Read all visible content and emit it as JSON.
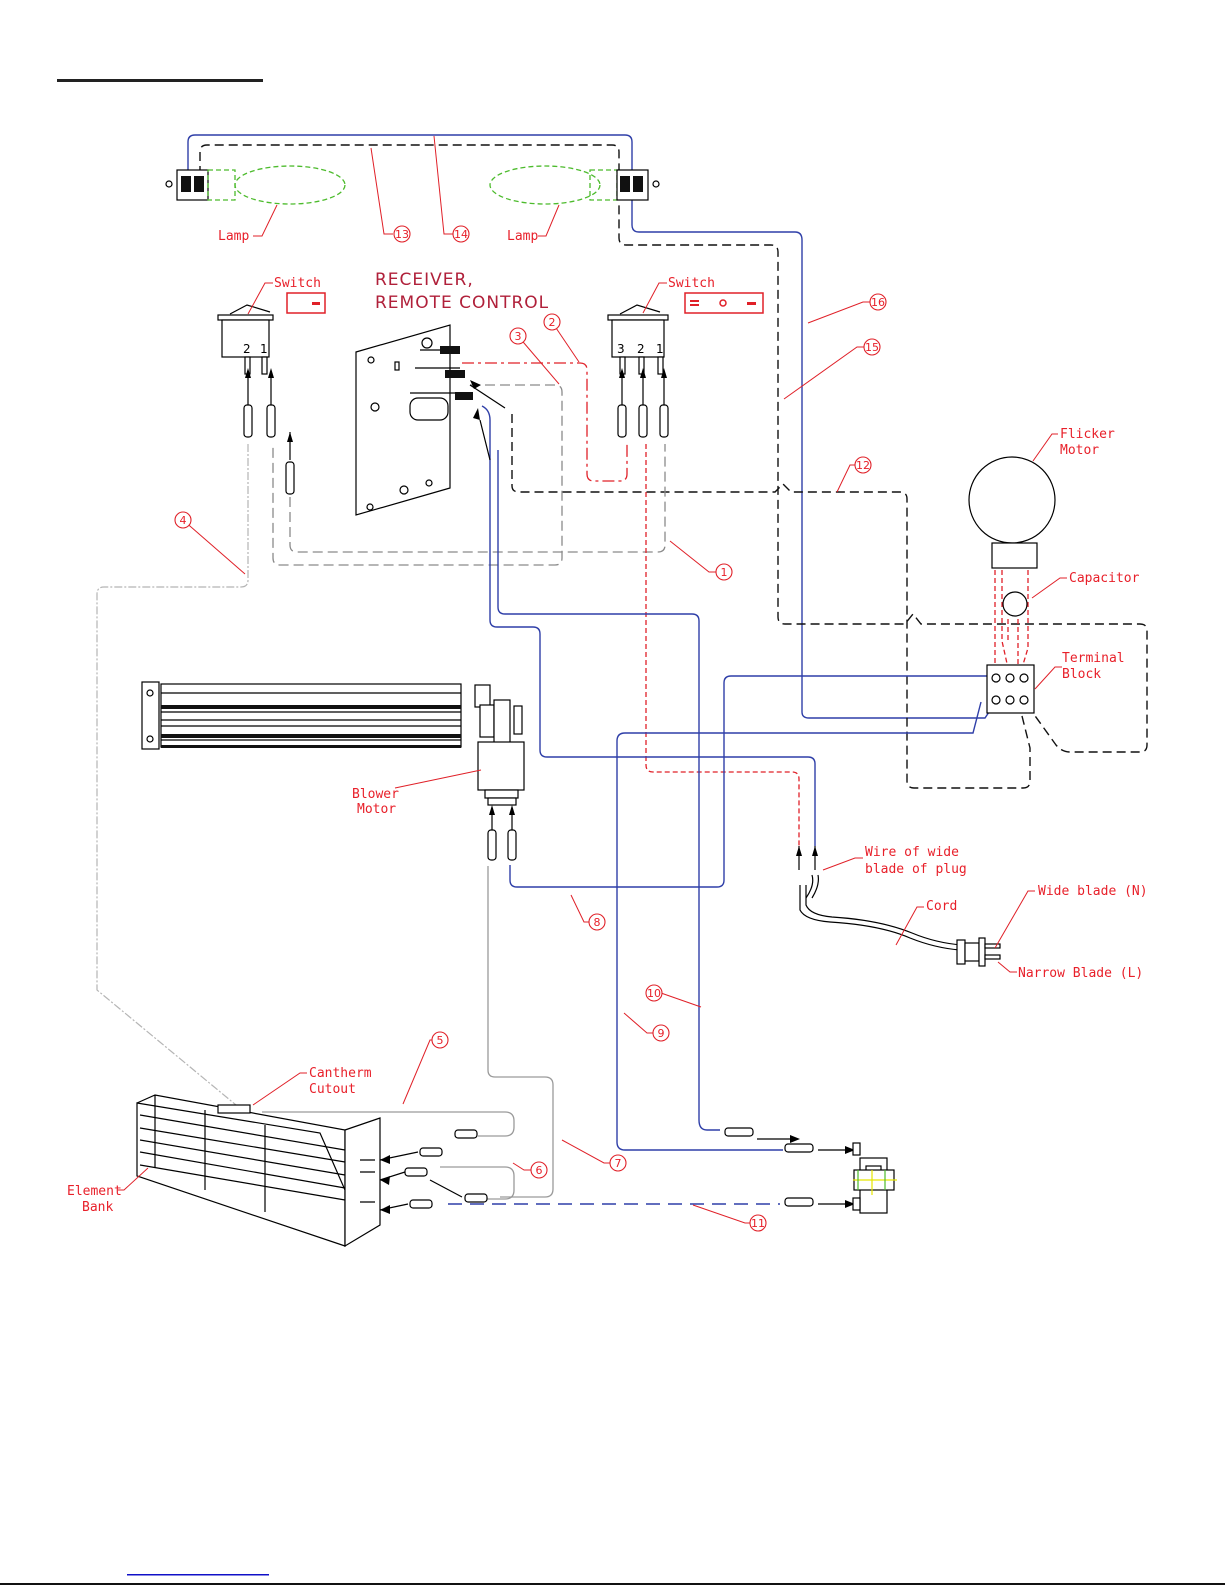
{
  "document": {
    "header_rule": true,
    "title": [
      "RECEIVER,",
      "REMOTE CONTROL"
    ],
    "footer_link_visible": true
  },
  "components": {
    "lamp_left": "Lamp",
    "lamp_right": "Lamp",
    "switch_left": "Switch",
    "switch_right": "Switch",
    "switch_left_pins": [
      "2",
      "1"
    ],
    "switch_right_pins": [
      "3",
      "2",
      "1"
    ],
    "switch_left_symbols": [
      "-"
    ],
    "switch_right_symbols": [
      "=",
      "o",
      "-"
    ],
    "flicker_motor": [
      "Flicker",
      "Motor"
    ],
    "capacitor": "Capacitor",
    "terminal_block": [
      "Terminal",
      "Block"
    ],
    "blower_motor": [
      "Blower",
      "Motor"
    ],
    "wire_wide_blade": [
      "Wire of wide",
      "blade of plug"
    ],
    "cord": "Cord",
    "wide_blade": "Wide blade (N)",
    "narrow_blade": "Narrow Blade (L)",
    "cantherm_cutout": [
      "Cantherm",
      "Cutout"
    ],
    "element_bank": [
      "Element",
      "Bank"
    ]
  },
  "wire_callouts": [
    "1",
    "2",
    "3",
    "4",
    "5",
    "6",
    "7",
    "8",
    "9",
    "10",
    "11",
    "12",
    "13",
    "14",
    "15",
    "16"
  ],
  "colors": {
    "label_red": "#e8202a",
    "title_red": "#b0203a",
    "wire_blue": "#2f3fa8",
    "lamp_green": "#4cbb2c",
    "wire_grey": "#9a9a9a",
    "footer_link_blue": "#1010c8"
  }
}
